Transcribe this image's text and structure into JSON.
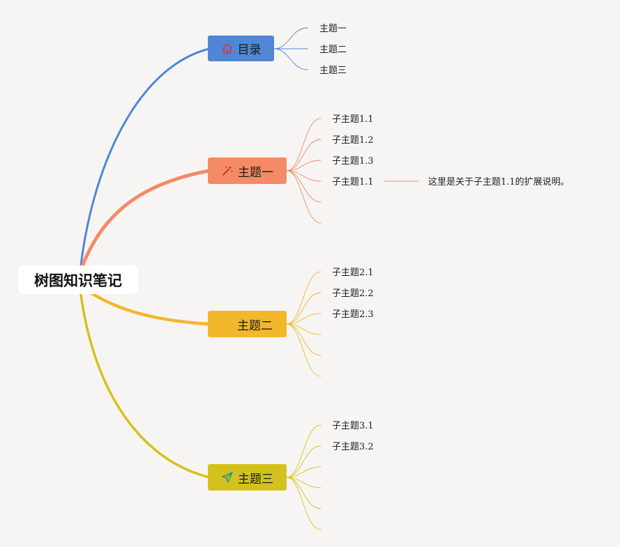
{
  "root": {
    "label": "树图知识笔记"
  },
  "branches": [
    {
      "id": "toc",
      "label": "目录",
      "color": "#4f86d6",
      "icon": "home-icon",
      "children": [
        "主题一",
        "主题二",
        "主题三"
      ]
    },
    {
      "id": "t1",
      "label": "主题一",
      "color": "#f58a67",
      "icon": "magic-wand-icon",
      "children": [
        "子主题1.1",
        "子主题1.2",
        "子主题1.3",
        "子主题1.1",
        "",
        ""
      ],
      "note": "这里是关于子主题1.1的扩展说明。"
    },
    {
      "id": "t2",
      "label": "主题二",
      "color": "#f2b72a",
      "icon": "",
      "children": [
        "子主题2.1",
        "子主题2.2",
        "子主题2.3",
        "",
        "",
        ""
      ]
    },
    {
      "id": "t3",
      "label": "主题三",
      "color": "#d4c21c",
      "icon": "paper-plane-icon",
      "children": [
        "子主题3.1",
        "子主题3.2",
        "",
        "",
        "",
        ""
      ]
    }
  ]
}
